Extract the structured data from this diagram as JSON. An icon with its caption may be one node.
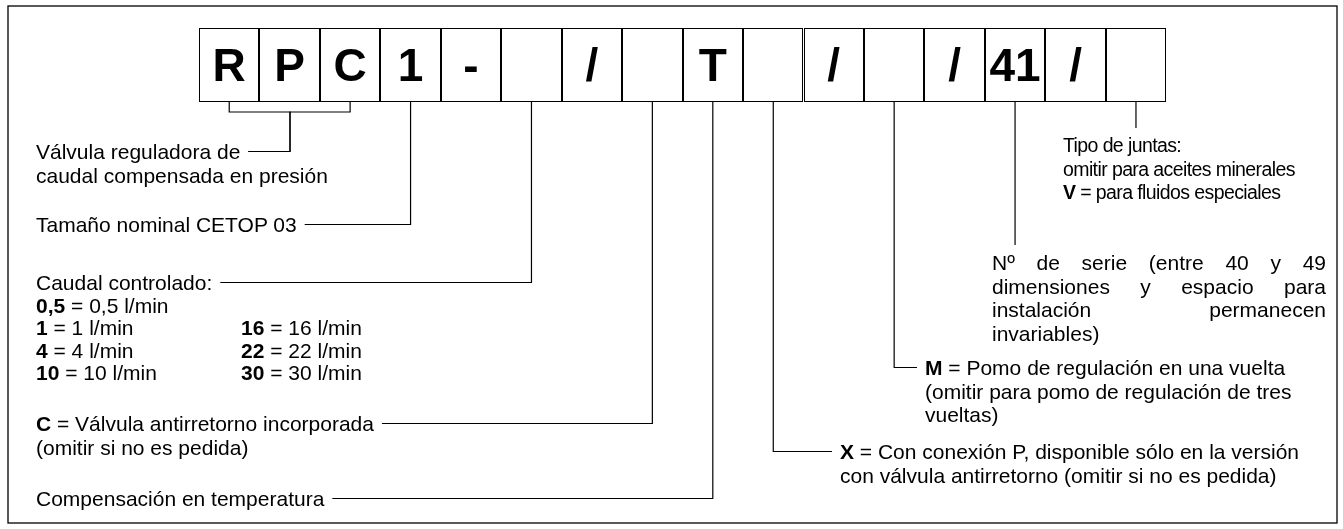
{
  "diagram": {
    "nodes": [
      {
        "text": [
          "R"
        ]
      },
      {
        "text": [
          "P"
        ]
      },
      {
        "text": [
          "C"
        ]
      },
      {
        "text": [
          "1"
        ]
      },
      {
        "text": [
          "-"
        ]
      },
      {
        "text": [],
        "shape": "box"
      },
      {
        "text": [
          "/"
        ]
      },
      {
        "text": [],
        "shape": "box"
      },
      {
        "text": [
          "T"
        ]
      },
      {
        "text": [],
        "shape": "box"
      },
      {
        "text": [
          "/"
        ]
      },
      {
        "text": [],
        "shape": "box"
      },
      {
        "text": [
          "/"
        ]
      },
      {
        "text": [
          "41"
        ]
      },
      {
        "text": [
          "/"
        ]
      },
      {
        "text": [],
        "shape": "box"
      },
      {
        "text": [
          "Válvula reguladora de caudal compensada en presión"
        ]
      },
      {
        "text": [
          "Tamaño nominal CETOP 03"
        ]
      },
      {
        "text": [
          "Caudal controlado:",
          "**0,5** = 0,5 l/min",
          "**1** = 1 l/min",
          "**16** = 16 l/min",
          "**4** = 4 l/min",
          "**22** = 22 l/min",
          "**10** = 10 l/min",
          "**30** = 30 l/min"
        ]
      },
      {
        "text": [
          "**C** = Válvula antirretorno incorporada (omitir si no es pedida)"
        ]
      },
      {
        "text": [
          "Compensación en temperatura"
        ]
      },
      {
        "text": [
          "**X** = Con conexión P, disponible sólo en la versión con válvula antirretorno (omitir si no es pedida)"
        ]
      },
      {
        "text": [
          "**M** = Pomo de regulación en una vuelta (omitir para pomo de regulación de tres vueltas)"
        ]
      },
      {
        "text": [
          "Nº de serie (entre 40 y 49 dimensiones y espacio para instalación permanecen invariables)"
        ]
      },
      {
        "text": [
          "Tipo de juntas:",
          "omitir para aceites minerales",
          "**V** = para fluidos especiales"
        ]
      }
    ],
    "edges": [
      {
        "from": 16,
        "to": 0,
        "arrow": "none"
      },
      {
        "from": 16,
        "to": 2,
        "arrow": "none"
      },
      {
        "from": 17,
        "to": 3,
        "arrow": "none"
      },
      {
        "from": 18,
        "to": 5,
        "arrow": "none"
      },
      {
        "from": 19,
        "to": 7,
        "arrow": "none"
      },
      {
        "from": 20,
        "to": 8,
        "arrow": "none"
      },
      {
        "from": 21,
        "to": 9,
        "arrow": "none"
      },
      {
        "from": 22,
        "to": 11,
        "arrow": "none"
      },
      {
        "from": 23,
        "to": 13,
        "arrow": "none"
      },
      {
        "from": 24,
        "to": 15,
        "arrow": "none"
      }
    ]
  }
}
